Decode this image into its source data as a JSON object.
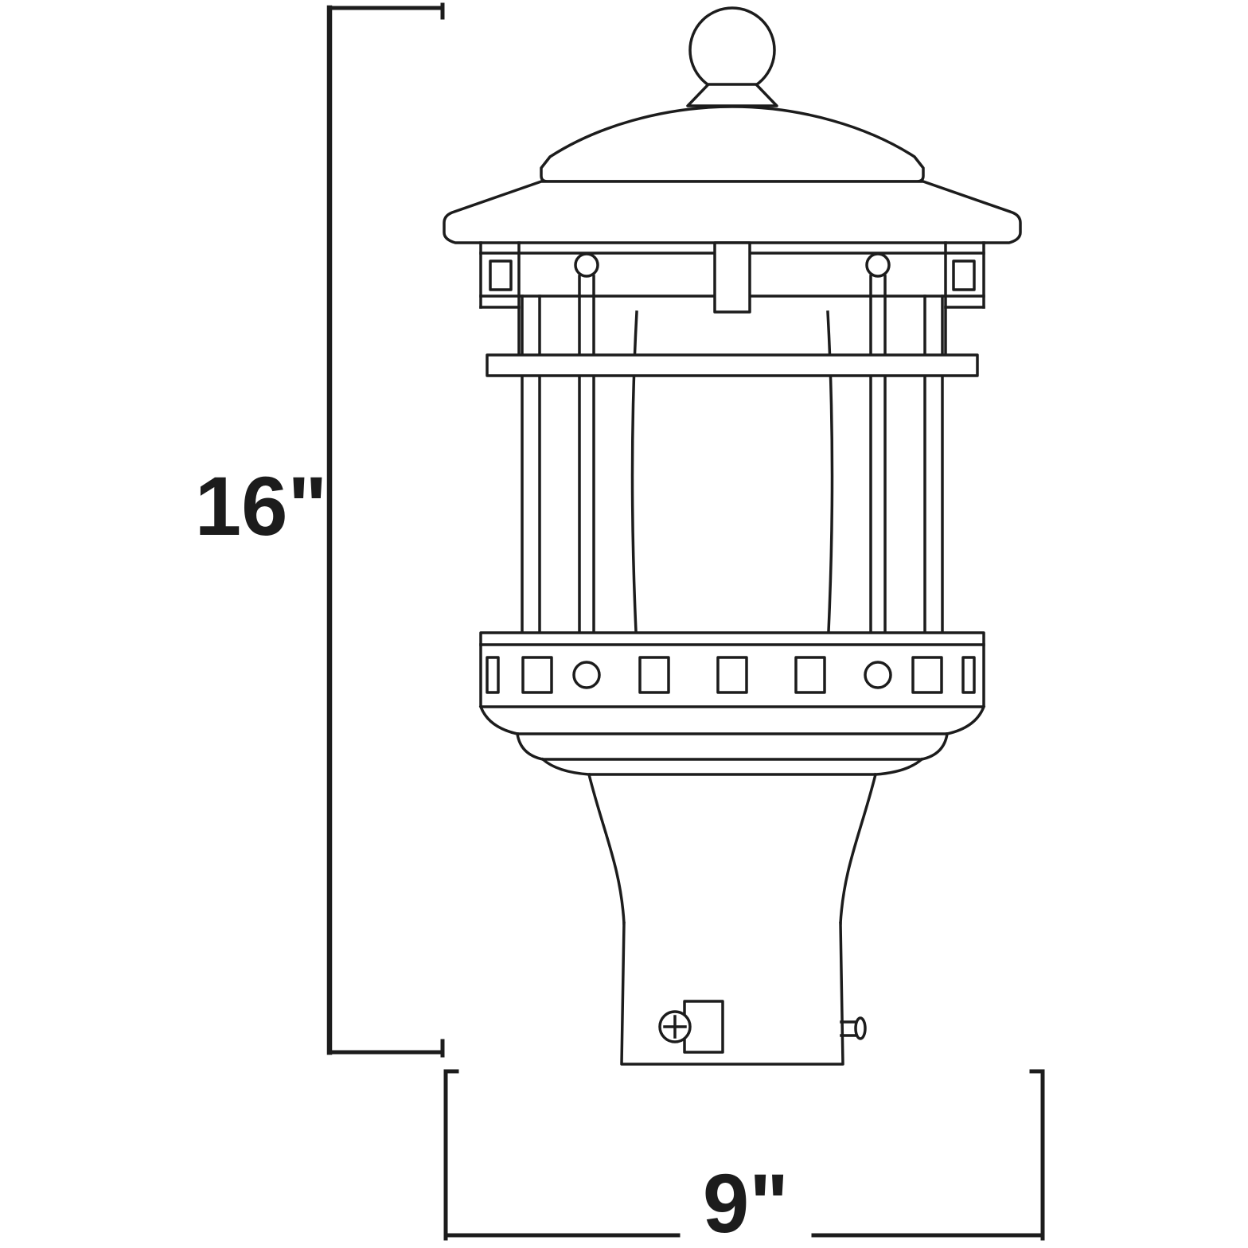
{
  "diagram": {
    "type": "technical-dimension-line-drawing",
    "subject": "outdoor post-mount lantern light fixture",
    "background_color": "#ffffff",
    "stroke_color": "#1c1c1c",
    "dimensions": {
      "height_label": "16\"",
      "width_label": "9\""
    },
    "parts": [
      "finial-ball",
      "finial-base",
      "cap",
      "brim",
      "header-band",
      "mounting-bolts",
      "center-stem",
      "cage-bars",
      "glass-silhouette",
      "top-rail",
      "decorative-band",
      "base-molding",
      "neck",
      "post-fitter",
      "phillips-set-screw",
      "side-screw"
    ]
  }
}
